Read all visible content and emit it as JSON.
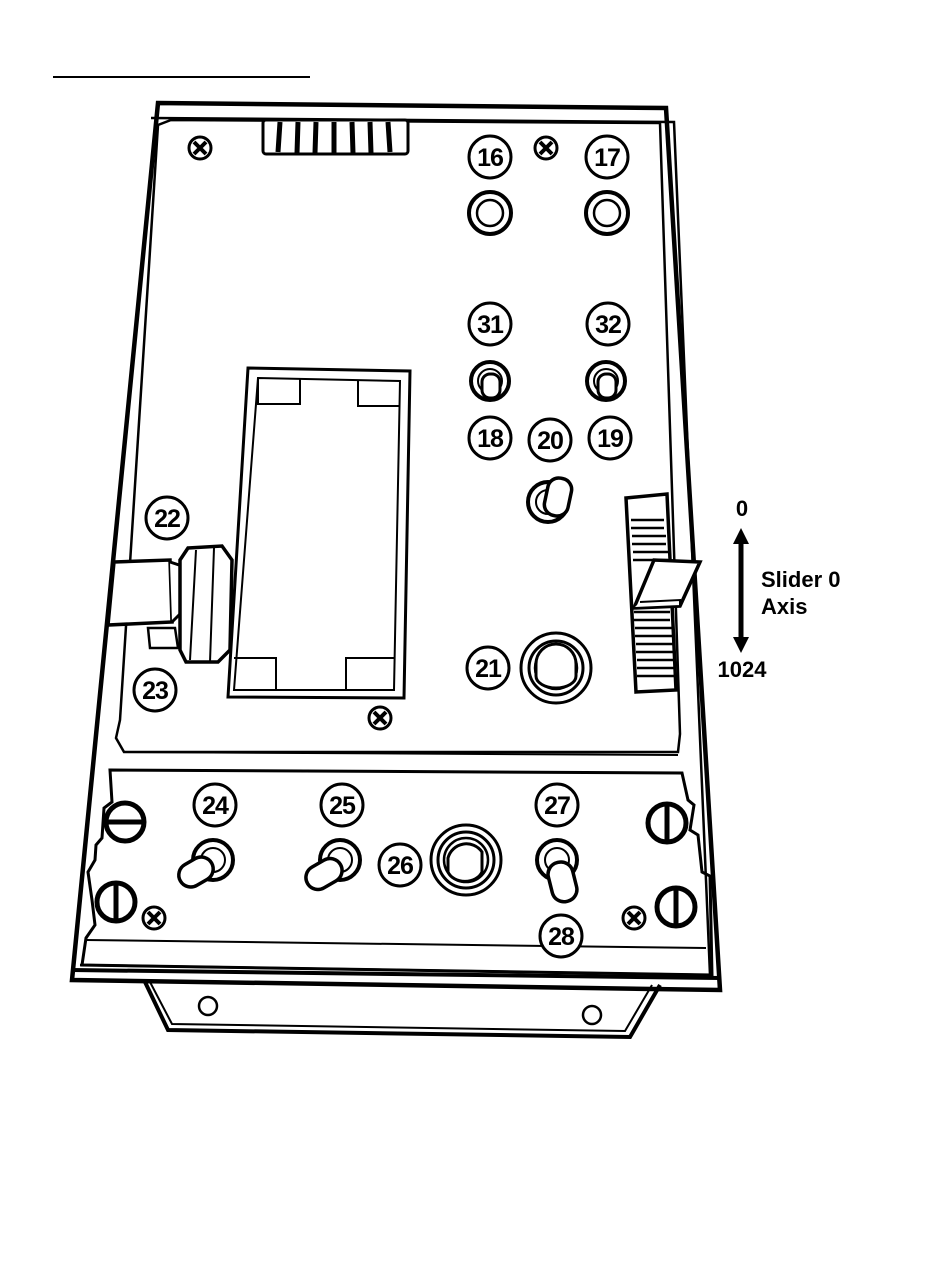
{
  "callouts": {
    "c16": "16",
    "c17": "17",
    "c31": "31",
    "c32": "32",
    "c18": "18",
    "c19": "19",
    "c20": "20",
    "c21": "21",
    "c22": "22",
    "c23": "23",
    "c24": "24",
    "c25": "25",
    "c26": "26",
    "c27": "27",
    "c28": "28"
  },
  "slider_axis": {
    "top_value": "0",
    "bottom_value": "1024",
    "label_line1": "Slider 0",
    "label_line2": "Axis"
  }
}
